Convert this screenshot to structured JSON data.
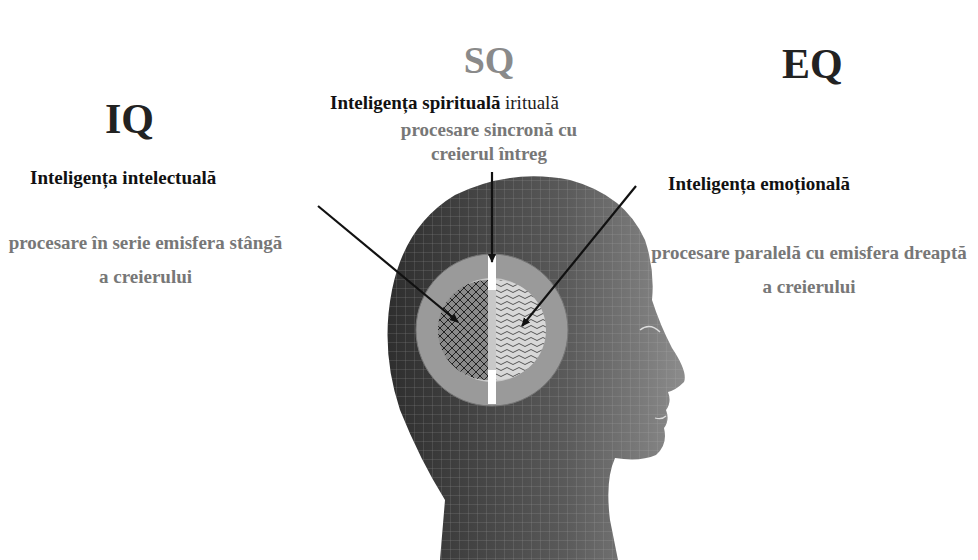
{
  "diagram": {
    "labels": [
      "SQ",
      "Inteligența spirituală",
      "irituală",
      "procesare sincronă cu creierul întreg",
      "IQ",
      "Inteligența intelectuală",
      "procesare în serie emisfera stângă a creierului",
      "EQ",
      "Inteligența emoțională",
      "procesare paralelă cu emisfera dreaptă a creierului"
    ]
  }
}
